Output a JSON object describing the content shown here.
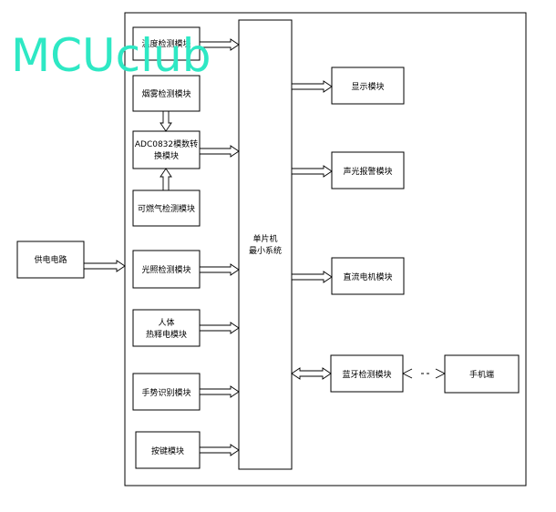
{
  "watermark": "MCUclub",
  "mcu": {
    "line1": "单片机",
    "line2": "最小系统"
  },
  "power": "供电电路",
  "inputs": {
    "temperature": "温度检测模块",
    "smoke": "烟雾检测模块",
    "adc_line1": "ADC0832模数转",
    "adc_line2": "换模块",
    "gas": "可燃气检测模块",
    "light": "光照检测模块",
    "pir_line1": "人体",
    "pir_line2": "热释电模块",
    "gesture": "手势识别模块",
    "keys": "按键模块"
  },
  "outputs": {
    "display": "显示模块",
    "alarm": "声光报警模块",
    "motor": "直流电机模块",
    "bluetooth": "蓝牙检测模块",
    "phone": "手机端"
  }
}
